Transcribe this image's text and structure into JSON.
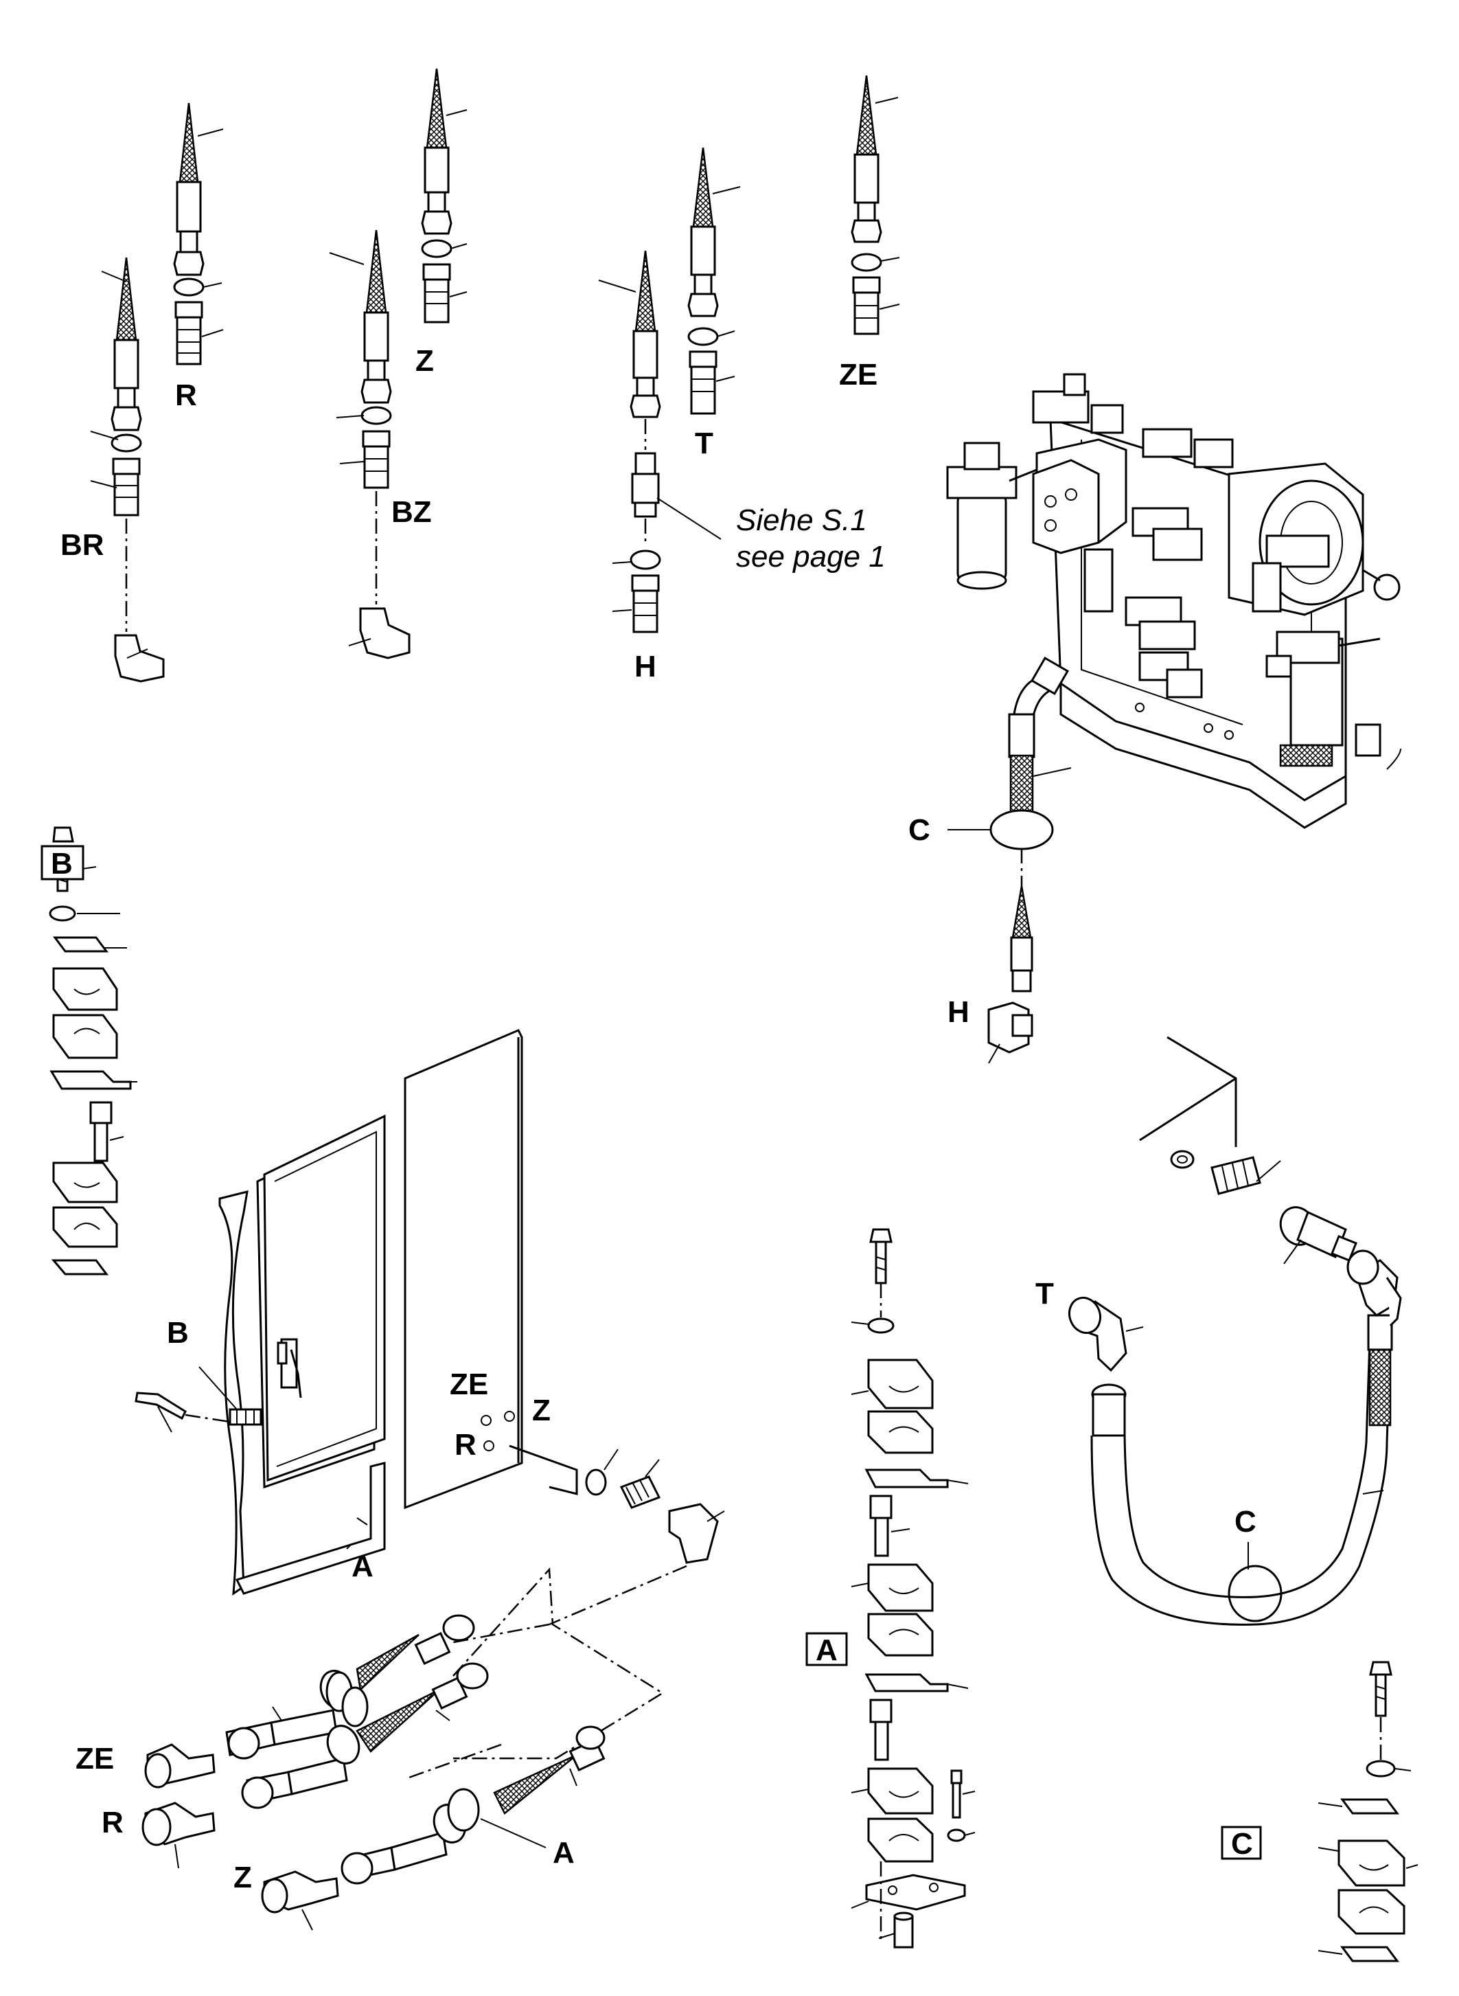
{
  "labels": {
    "R_top": "R",
    "BR_top": "BR",
    "Z_top": "Z",
    "BZ_top": "BZ",
    "T_top": "T",
    "ZE_top": "ZE",
    "H_top": "H",
    "siehe": "Siehe S.1",
    "see_page": "see page 1",
    "C_mid": "C",
    "H_mid": "H",
    "B_box": "B",
    "B_door": "B",
    "ZE_panel": "ZE",
    "Z_panel": "Z",
    "R_panel": "R",
    "A_panel": "A",
    "A_box": "A",
    "T_right": "T",
    "C_right": "C",
    "C_box": "C",
    "ZE_bottom": "ZE",
    "R_bottom": "R",
    "Z_bottom": "Z",
    "A_bottom": "A"
  }
}
